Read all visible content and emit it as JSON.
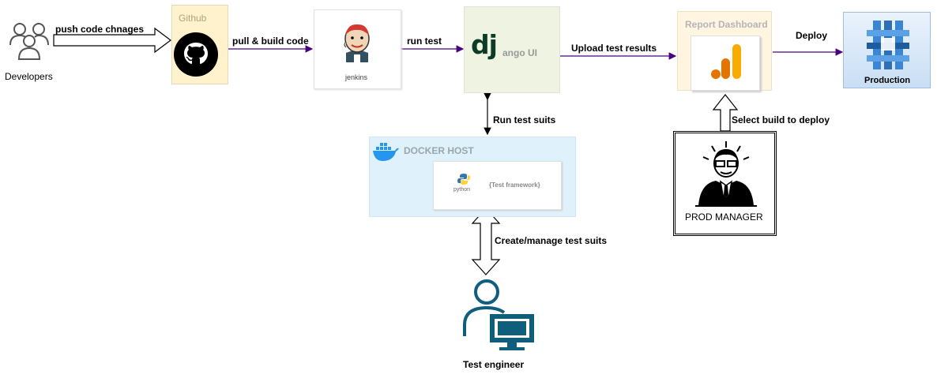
{
  "nodes": {
    "developers": "Developers",
    "github": "Github",
    "jenkins": "jenkins",
    "django": "ango UI",
    "django_logo": "dj",
    "report": "Report Dashboard",
    "production": "Production",
    "docker_host": "DOCKER HOST",
    "python_logo": "python",
    "test_framework": "{Test framework}",
    "prod_manager": "PROD MANAGER",
    "test_engineer": "Test engineer"
  },
  "edges": {
    "push": "push code chnages",
    "pull_build": "pull & build code",
    "run_test": "run test",
    "upload": "Upload test results",
    "deploy": "Deploy",
    "run_suits": "Run test suits",
    "select_build": "Select build to deploy",
    "create_manage": "Create/manage test suits"
  },
  "colors": {
    "edge": "#4b0082",
    "github_bg": "#fff2cc",
    "django_bg": "#eef3e2",
    "report_bg": "#fff5e0",
    "docker_bg": "#dff1fa",
    "docker_blue": "#2496ed",
    "prod_blue": "#3a86d6",
    "engineer_teal": "#0f5e7c"
  }
}
